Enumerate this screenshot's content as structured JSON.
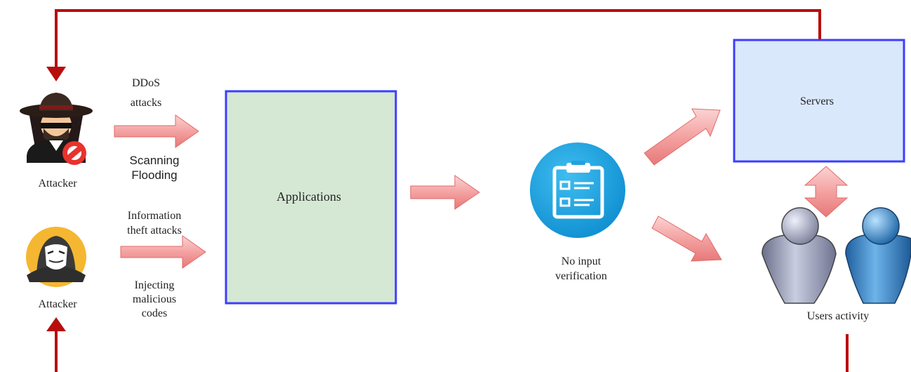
{
  "attackers": [
    {
      "label": "Attacker",
      "icon": "spy-attacker-icon"
    },
    {
      "label": "Attacker",
      "icon": "anonymous-mask-attacker-icon"
    }
  ],
  "attack_groups": [
    {
      "header": [
        "DDoS",
        "attacks"
      ],
      "methods": [
        "Scanning",
        "Flooding"
      ]
    },
    {
      "header": [
        "Information",
        "theft attacks"
      ],
      "methods": [
        "Injecting",
        "malicious",
        "codes"
      ]
    }
  ],
  "nodes": {
    "applications": "Applications",
    "verification": [
      "No input",
      "verification"
    ],
    "servers": "Servers",
    "users": "Users activity"
  },
  "icons": {
    "verification": "clipboard-checklist-icon",
    "users": "users-icon"
  },
  "colors": {
    "feedback_line": "#b80d0d",
    "applications_fill": "#d5e8d4",
    "servers_fill": "#dae8fc",
    "box_border": "#3d3dff",
    "arrow_fill": "#f4a6a6",
    "arrow_stroke": "#e06a6a",
    "clipboard_circle": "#1ea3e0"
  }
}
